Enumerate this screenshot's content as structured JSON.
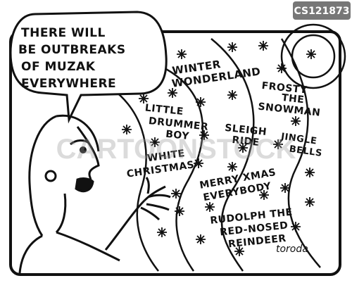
{
  "image_id_tag": "CS121873",
  "speech": {
    "lines": [
      "THERE WILL",
      "BE OUTBREAKS",
      "OF MUZAK",
      "EVERYWHERE"
    ]
  },
  "songs": {
    "winter_wonderland": [
      "WINTER",
      "WONDERLAND"
    ],
    "frosty": [
      "FROSTY",
      "THE",
      "SNOWMAN"
    ],
    "little_drummer_boy": [
      "LITTLE",
      "DRUMMER",
      "BOY"
    ],
    "sleigh_ride": [
      "SLEIGH",
      "RIDE"
    ],
    "jingle_bells": [
      "JINGLE",
      "BELLS"
    ],
    "white_christmas": [
      "WHITE",
      "CHRISTMAS"
    ],
    "merry_xmas": [
      "MERRY XMAS",
      "EVERYBODY"
    ],
    "rudolph": [
      "RUDOLPH THE",
      "RED-NOSED",
      "REINDEER"
    ]
  },
  "watermark": "CARTOONSTOCK",
  "signature": "toroda",
  "colors": {
    "ink": "#111111",
    "paper": "#ffffff",
    "tag_bg": "#777777",
    "watermark": "#9a9a9a"
  }
}
